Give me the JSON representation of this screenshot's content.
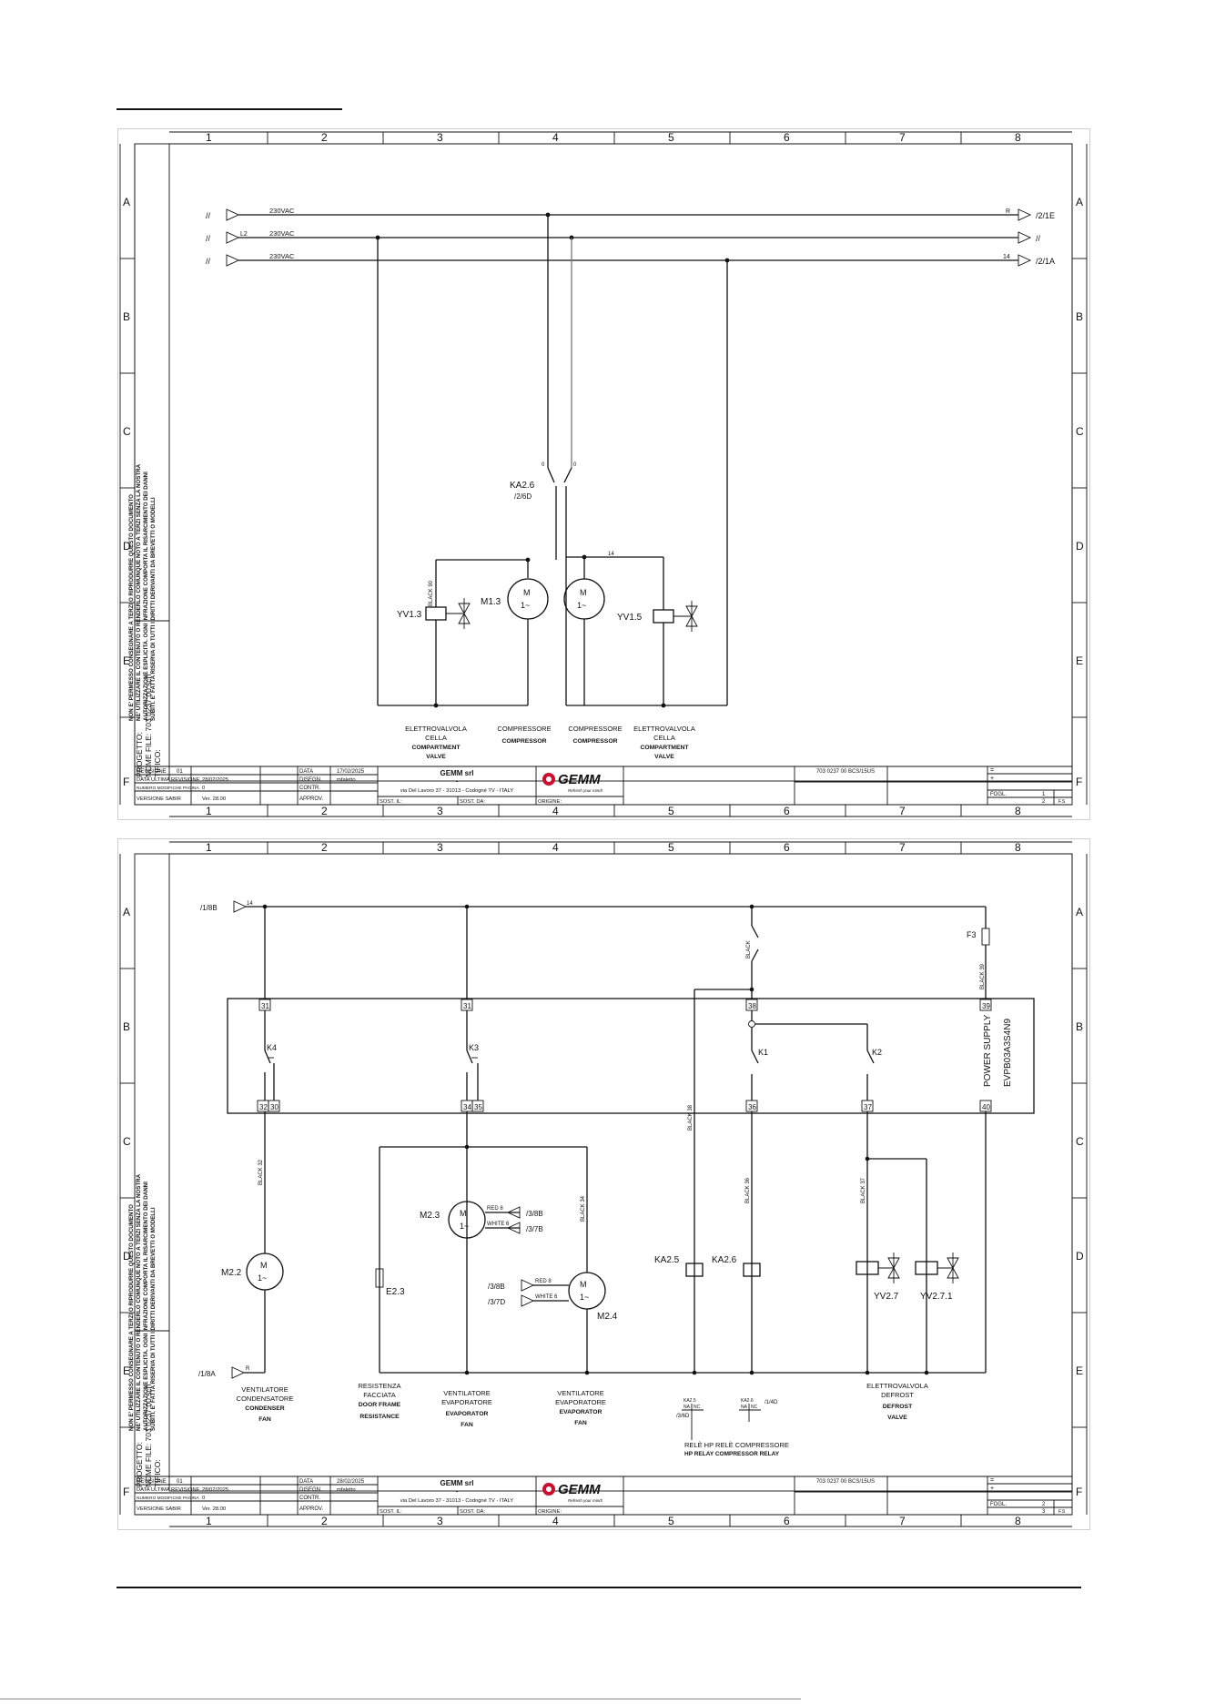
{
  "page": {
    "accent": "#c8102e"
  },
  "sheet1": {
    "cols": [
      "1",
      "2",
      "3",
      "4",
      "5",
      "6",
      "7",
      "8"
    ],
    "rows": [
      "A",
      "B",
      "C",
      "D",
      "E",
      "F"
    ],
    "disclaimer": [
      "NON E' PERMESSO CONSEGNARE A TERZI O RIPRODURRE QUESTO DOCUMENTO",
      "NE' UTILIZZARE IL CONTENUTO O RENDERLO COMUNQUE NOTO A TERZI SENZA LA NOSTRA",
      "AUTORIZZAZIONE ESPLICITA. OGNI INFRAZIONE COMPORTA IL RISARCIMENTO DEI DANNI",
      "SUBITI. E' FATTA RISERVA DI TUTTI I DIRITTI DERIVANTI DA BREVETTI O MODELLI"
    ],
    "project": [
      "PROGETTO:",
      "NOME FILE: 703 0237 00.sch",
      "TIPICO:"
    ],
    "bus": [
      {
        "ref": "//",
        "tag": "",
        "voltage": "230VAC",
        "right_tag": "R",
        "right_ref": "/2/1E"
      },
      {
        "ref": "//",
        "tag": "L2",
        "voltage": "230VAC",
        "right_tag": "",
        "right_ref": "//"
      },
      {
        "ref": "//",
        "tag": "",
        "voltage": "230VAC",
        "right_tag": "14",
        "right_ref": "/2/1A"
      }
    ],
    "relay": {
      "name": "KA2.6",
      "ref": "/2/6D",
      "contact_left": "0",
      "contact_right": "0"
    },
    "wires": {
      "black90": "BLACK 90",
      "w14": "14"
    },
    "components": {
      "yv13": "YV1.3",
      "m13": "M1.3",
      "yv15": "YV1.5",
      "motor_m": "M",
      "motor_ac": "1~"
    },
    "labels": [
      {
        "it": [
          "ELETTROVALVOLA",
          "CELLA"
        ],
        "en": [
          "COMPARTMENT",
          "VALVE"
        ]
      },
      {
        "it": [
          "COMPRESSORE"
        ],
        "en": [
          "COMPRESSOR"
        ]
      },
      {
        "it": [
          "COMPRESSORE"
        ],
        "en": [
          "COMPRESSOR"
        ]
      },
      {
        "it": [
          "ELETTROVALVOLA",
          "CELLA"
        ],
        "en": [
          "COMPARTMENT",
          "VALVE"
        ]
      }
    ],
    "titleblock": {
      "revisione": "REVISIONE",
      "rev_no": "01",
      "data_ultima_revisione": "DATA ULTIMA REVISIONE",
      "data_ultima_revisione_val": "28/02/2025",
      "numero_modifiche": "NUMERO MODIFICHE PAGINA",
      "numero_modifiche_val": "0",
      "versione": "VERSIONE SABIR",
      "versione_val": "Ver. 28.00",
      "data": "DATA",
      "data_val": "17/02/2025",
      "disegn": "DISEGN.",
      "disegn_val": "mfaletto",
      "contr": "CONTR.",
      "approv": "APPROV.",
      "company": "GEMM srl",
      "company_sub": "-",
      "address": "via Del Lavoro 37 - 31013 - Codogné TV - ITALY",
      "sost_il": "SOST. IL:",
      "sost_da": "SOST. DA:",
      "origine": "ORIGINE:",
      "logo": "GEMM",
      "logo_slogan": "Refresh your mind!",
      "code": "703 0237 00  BCS/15US",
      "plus": "+",
      "minus": "=",
      "fogl": "FOGL.",
      "fogl_val": "1",
      "page": "2",
      "fs": "F.S"
    }
  },
  "sheet2": {
    "cols": [
      "1",
      "2",
      "3",
      "4",
      "5",
      "6",
      "7",
      "8"
    ],
    "rows": [
      "A",
      "B",
      "C",
      "D",
      "E",
      "F"
    ],
    "disclaimer": [
      "NON E' PERMESSO CONSEGNARE A TERZI O RIPRODURRE QUESTO DOCUMENTO",
      "NE' UTILIZZARE IL CONTENUTO O RENDERLO COMUNQUE NOTO A TERZI SENZA LA NOSTRA",
      "AUTORIZZAZIONE ESPLICITA. OGNI INFRAZIONE COMPORTA IL RISARCIMENTO DEI DANNI",
      "SUBITI. E' FATTA RISERVA DI TUTTI I DIRITTI DERIVANTI DA BREVETTI O MODELLI"
    ],
    "project": [
      "PROGETTO:",
      "NOME FILE: 703 0237 00.sch",
      "TIPICO:"
    ],
    "in_ref": "/1/8B",
    "in_tag": "14",
    "out_ref": "/1/8A",
    "out_tag": "R",
    "terminals": {
      "t31a": "31",
      "t31b": "31",
      "t38": "38",
      "t39": "39",
      "t32": "32",
      "t30": "30",
      "t34": "34",
      "t35": "35",
      "t36": "36",
      "t37": "37",
      "t40": "40"
    },
    "contacts": {
      "k4": "K4",
      "k3": "K3",
      "k1": "K1",
      "k2": "K2"
    },
    "module": {
      "power": "POWER SUPPLY",
      "model": "EVPB03A3S4N9"
    },
    "fuse": "F3",
    "wires": {
      "black": "BLACK",
      "black32": "BLACK 32",
      "black34": "BLACK 34",
      "black38": "BLACK 38",
      "black36": "BLACK 36",
      "black37": "BLACK 37",
      "black39": "BLACK 39"
    },
    "components": {
      "m23": "M2.3",
      "m22": "M2.2",
      "m24": "M2.4",
      "e23": "E2.3",
      "ka25": "KA2.5",
      "ka26": "KA2.6",
      "yv27": "YV2.7",
      "yv271": "YV2.7.1",
      "motor_m": "M",
      "motor_ac": "1~"
    },
    "fan_conns": [
      {
        "wire": "RED 8",
        "ref": "/3/8B"
      },
      {
        "wire": "WHITE 6",
        "ref": "/3/7B"
      },
      {
        "wire": "RED 8",
        "ref": "/3/8B"
      },
      {
        "wire": "WHITE 6",
        "ref": "/3/7D"
      }
    ],
    "labels": [
      {
        "it": [
          "VENTILATORE",
          "CONDENSATORE"
        ],
        "en": [
          "CONDENSER",
          "FAN"
        ]
      },
      {
        "it": [
          "RESISTENZA",
          "FACCIATA"
        ],
        "en": [
          "DOOR FRAME",
          "RESISTANCE"
        ]
      },
      {
        "it": [
          "VENTILATORE",
          "EVAPORATORE"
        ],
        "en": [
          "EVAPORATOR",
          "FAN"
        ]
      },
      {
        "it": [
          "VENTILATORE",
          "EVAPORATORE"
        ],
        "en": [
          "EVAPORATOR",
          "FAN"
        ]
      },
      {
        "it": [
          "ELETTROVALVOLA",
          "DEFROST"
        ],
        "en": [
          "DEFROST",
          "VALVE"
        ]
      }
    ],
    "relay_xref": {
      "ka25": "KA2.5",
      "ka26": "KA2.6",
      "na": "NA",
      "nc": "NC",
      "r1": "/3/6D",
      "r2": "/1/4D",
      "title_it": "RELÈ HP RELÈ COMPRESSORE",
      "title_en": "HP RELAY  COMPRESSOR RELAY"
    },
    "titleblock": {
      "revisione": "REVISIONE",
      "rev_no": "01",
      "data_ultima_revisione": "DATA ULTIMA REVISIONE",
      "data_ultima_revisione_val": "28/02/2025",
      "numero_modifiche": "NUMERO MODIFICHE PAGINA",
      "numero_modifiche_val": "0",
      "versione": "VERSIONE SABIR",
      "versione_val": "Ver. 28.00",
      "data": "DATA",
      "data_val": "28/02/2025",
      "disegn": "DISEGN.",
      "disegn_val": "mfaletto",
      "contr": "CONTR.",
      "approv": "APPROV.",
      "company": "GEMM srl",
      "company_sub": "-",
      "address": "via Del Lavoro 37 - 31013 - Codogné TV - ITALY",
      "sost_il": "SOST. IL:",
      "sost_da": "SOST. DA:",
      "origine": "ORIGINE:",
      "logo": "GEMM",
      "logo_slogan": "Refresh your mind!",
      "code": "703 0237 00  BCS/15US",
      "plus": "+",
      "minus": "=",
      "fogl": "FOGL.",
      "fogl_val": "2",
      "page": "3",
      "fs": "F.S"
    }
  }
}
